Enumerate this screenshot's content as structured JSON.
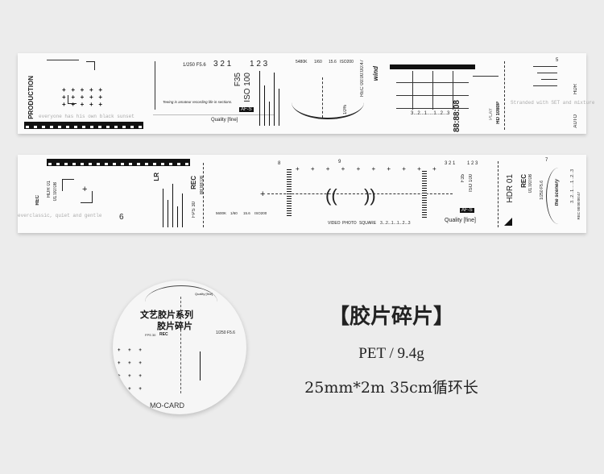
{
  "strip1": {
    "texts": [
      "PRODUCTION",
      "1/250 F5.6",
      "3 2 1",
      "1 2 3",
      "F35",
      "ISO 100",
      "5480K",
      "1/60",
      "15.6",
      "ISO200",
      "REC 00:00:00:47",
      "wind",
      "Teeing is amateur recording life in sections.",
      "AF-S",
      "Quality [fine]",
      "88:88:08",
      "PLAY",
      "HD 1080P",
      "3...2...1.....1...2...3",
      "everyone has his own black sunset",
      "Stranded with SET and mixture",
      "5",
      "HDR",
      "AUTO",
      "10%"
    ]
  },
  "strip2": {
    "texts": [
      "HDR 01",
      "REC",
      "01:00:08",
      "everclassic, quiet and gentle",
      "6",
      "LR",
      "FPS 30",
      "REC",
      "88:88:08",
      "5600K",
      "1/60",
      "15.6",
      "ISO200",
      "VIDEO",
      "PHOTO",
      "SQUARE",
      "3...2...1...1...2...3",
      "3 2 1",
      "1 2 3",
      "F35",
      "ISO 100",
      "AF-S",
      "Quality [fine]",
      "HDR 01",
      "REC",
      "01:00:08",
      "1/250 F5.6",
      "the scenery",
      "3...2...1......1...2...3",
      "REC 00:00:00:47",
      "9",
      "7",
      "8"
    ]
  },
  "circle": {
    "title_line1": "文艺胶片系列",
    "title_line2": "胶片碎片",
    "brand": "MO-CARD",
    "texts": [
      "1/250 F5.6",
      "Quality [fine]",
      "FPS 30",
      "REC"
    ]
  },
  "product": {
    "name": "【胶片碎片】",
    "material": "PET / 9.4g",
    "spec": "25mm*2m 35cm循环长"
  }
}
